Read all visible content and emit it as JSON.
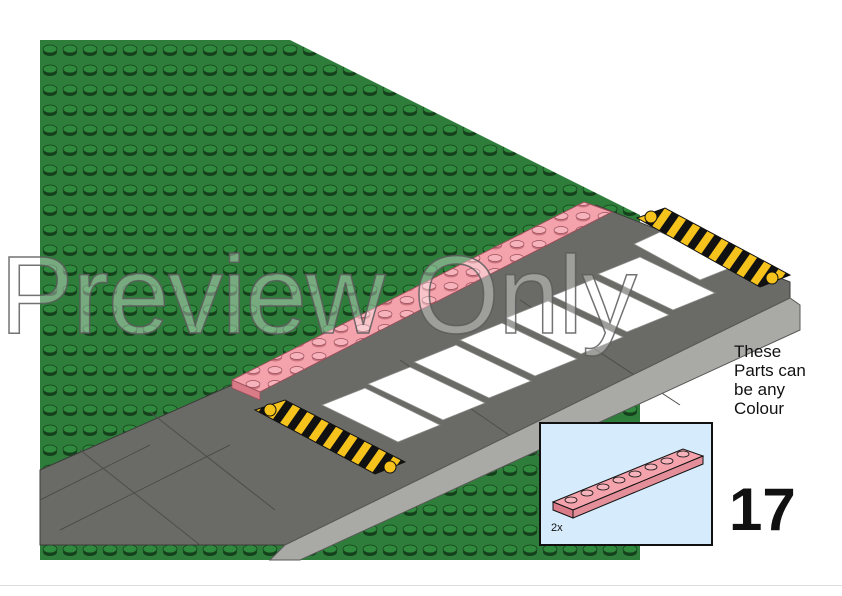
{
  "page": {
    "note_lines": [
      "These",
      "Parts can",
      "be any",
      "Colour"
    ],
    "step_number": "17",
    "parts_quantity": "2x",
    "watermark": "Preview Only"
  },
  "colors": {
    "baseplate_green": "#2f7d3b",
    "road_gray": "#6a6a66",
    "curb_light_gray": "#a9a9a6",
    "pink_plate": "#f4a3ad",
    "hazard_yellow": "#f6c21c",
    "parts_box_bg": "#d6ebfb"
  },
  "icons": {
    "part": "pink-1x8-plate-icon",
    "hazard": "hazard-stripe-tile-icon"
  }
}
